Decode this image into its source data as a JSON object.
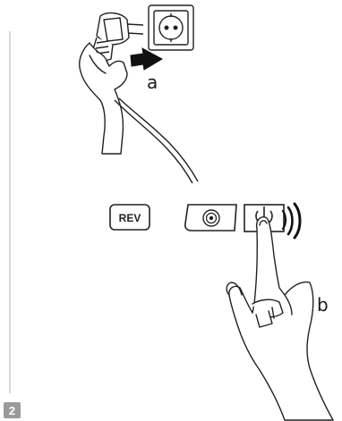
{
  "labels": {
    "a": "a",
    "b": "b"
  },
  "buttons": {
    "rev": "REV"
  },
  "step": "2",
  "icons": [
    "plug-icon",
    "wall-socket-icon",
    "arrow-right-icon",
    "target-button-icon",
    "power-button-icon",
    "sound-waves-icon"
  ],
  "colors": {
    "line": "#222222",
    "badge": "#9a9a9a",
    "margin_line": "#cccccc"
  }
}
